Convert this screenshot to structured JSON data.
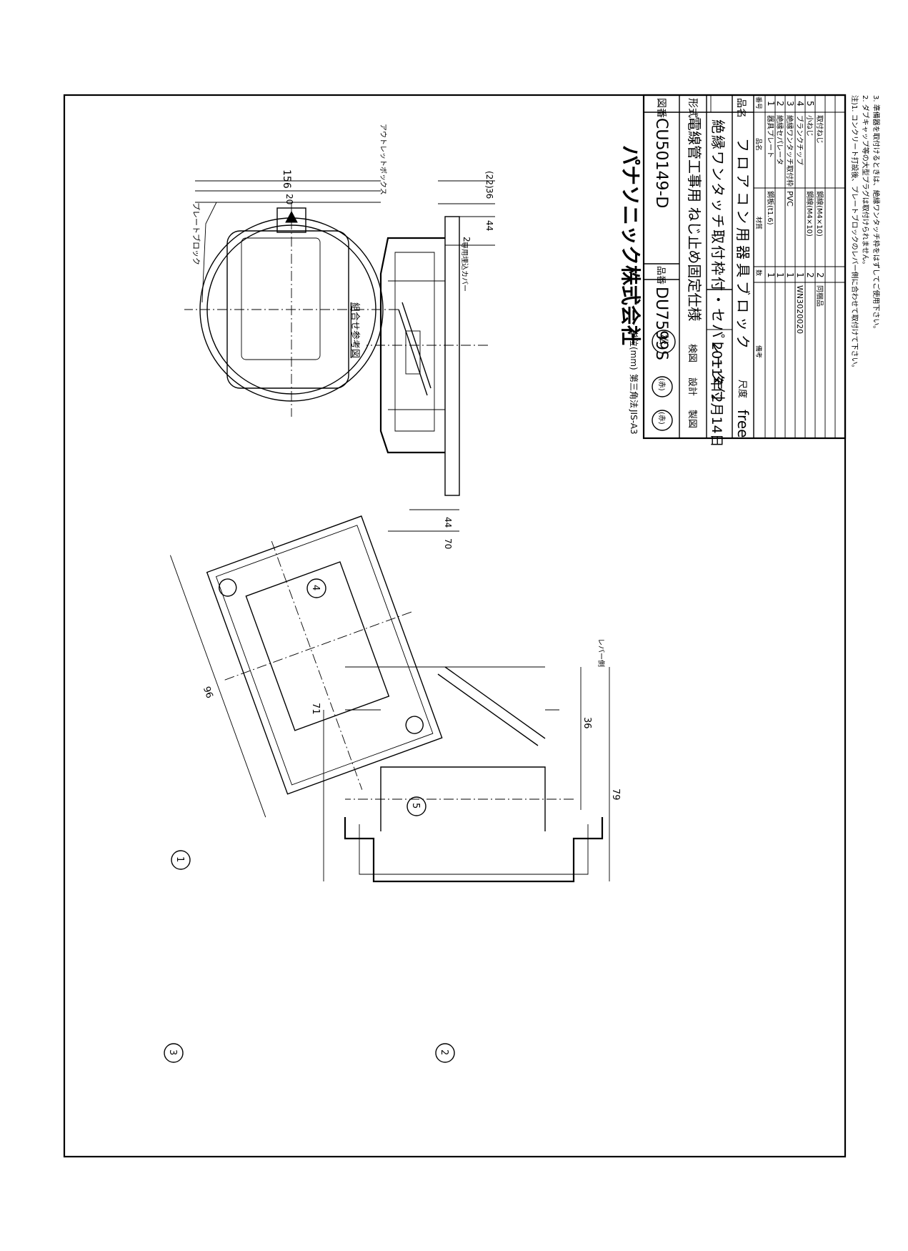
{
  "sheet": {
    "paper_size": "JIS-A3",
    "method": "第三角法",
    "unit": "単位(mm)",
    "company": "パナソニック株式会社"
  },
  "title_block": {
    "name_label": "品名",
    "name_line1": "フロアコン用器具ブロック",
    "name_line2": "絶縁ワンタッチ取付枠付・セパレータ付",
    "model_label": "形式",
    "model_value": "電線管工事用 ねじ止め固定仕様",
    "drawing_label": "図番",
    "drawing_value": "CU50149-D",
    "part_no_label": "品番",
    "part_no_value": "DU7599S",
    "scale_label": "尺度",
    "scale_value": "free",
    "date": "2011年 2月14日",
    "approval_labels": [
      "検図",
      "設計",
      "製図"
    ],
    "stamp_text": "松",
    "stamp_marks": [
      "(赤)",
      "(赤)"
    ]
  },
  "parts_table": {
    "headers": [
      "番号",
      "品名",
      "材質",
      "数",
      "備考"
    ],
    "rows": [
      {
        "no": "5",
        "name": "小ねじ",
        "material": "鋼線(M4×10)",
        "qty": "2",
        "note": ""
      },
      {
        "no": "4",
        "name": "ブランクチップ",
        "material": "",
        "qty": "1",
        "note": "WN3020020"
      },
      {
        "no": "3",
        "name": "絶縁ワンタッチ取付枠",
        "material": "PVC",
        "qty": "1",
        "note": ""
      },
      {
        "no": "2",
        "name": "絶縁セパレータ",
        "material": "",
        "qty": "1",
        "note": ""
      },
      {
        "no": "1",
        "name": "器具プレート",
        "material": "鋼板(t1.6)",
        "qty": "1",
        "note": ""
      }
    ],
    "extra_row": {
      "name": "取付ねじ",
      "material": "鋼線(M4×10)",
      "qty": "2",
      "note": "同梱品"
    }
  },
  "notes": [
    "注)1. コンクリート打設後、プレートブロックのレバー側に合わせて取付けて下さい。",
    "2. ダブキャップ等の大型プラグは取付けられません。",
    "3. 準備器を取付けるときは、絶縁ワンタッチ枠をはずしてご使用下さい。"
  ],
  "labels": {
    "plate_block": "プレートブロック",
    "cover": "専用埋込カバー",
    "outlet_box": "アウトレットボックス",
    "assembly_ref": "組合せ参考図",
    "lever_side": "レバー側"
  },
  "dimensions": {
    "d156": "156",
    "d20": "20",
    "d22": "(22)",
    "d36a": "36",
    "d44a": "44",
    "d2": "2",
    "d44b": "44",
    "d70": "70",
    "d96": "96",
    "d79": "79",
    "d36b": "36",
    "d71": "71"
  },
  "callouts": [
    "1",
    "2",
    "3",
    "4",
    "5"
  ]
}
